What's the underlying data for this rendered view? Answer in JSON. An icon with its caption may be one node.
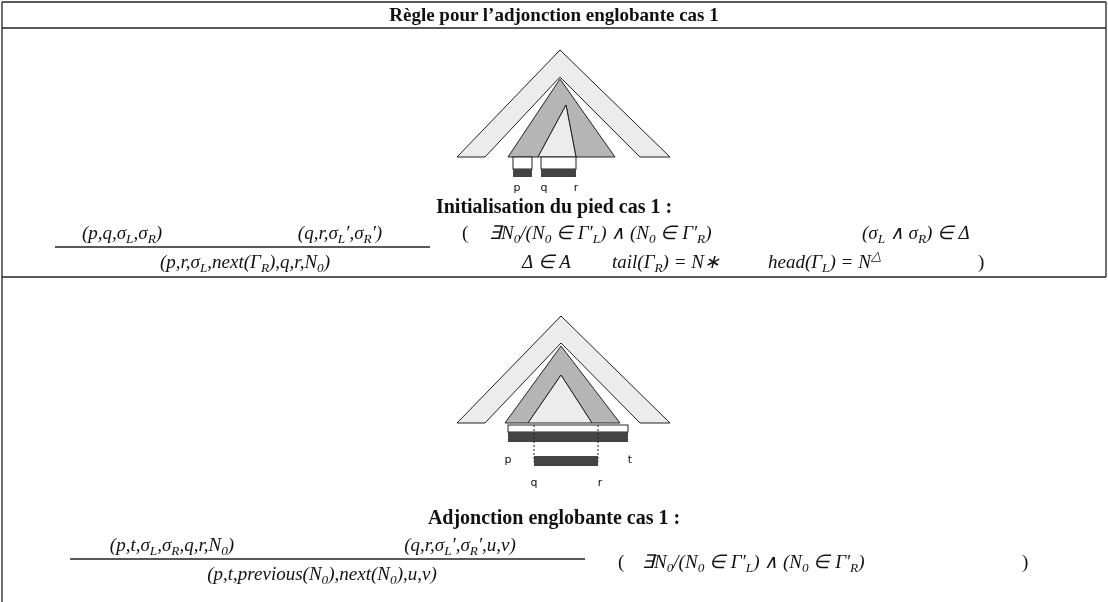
{
  "diagram": {
    "title": "Règle pour l’adjonction englobante cas 1",
    "labels": [
      "p",
      "q",
      "r",
      "Initialisation du pied cas 1 :",
      "(p,q,σ$_{L}$,σ$_{R}$)",
      "(q,r,σ$_{L}$′,σ$_{R}$′)",
      "(",
      "∃N$_{0}$/(N$_{0}$ ∈ Γ′$_{L}$) ∧ (N$_{0}$ ∈ Γ′$_{R}$)",
      "(σ$_{L}$ ∧ σ$_{R}$) ∈ Δ",
      "(p,r,σ$_{L}$,next(Γ$_{R}$),q,r,N$_{0}$)",
      "Δ ∈ A",
      "tail(Γ$_{R}$) = N∗",
      "head(Γ$_{L}$) = N$^{△}$",
      ")",
      "p",
      "t",
      "q",
      "r",
      "Adjonction englobante cas 1 :",
      "(p,t,σ$_{L}$,σ$_{R}$,q,r,N$_{0}$)",
      "(q,r,σ$_{L}$′,σ$_{R}$′,u,v)",
      "(p,t,previous(N$_{0}$),next(N$_{0}$),u,v)",
      "(",
      "∃N$_{0}$/(N$_{0}$ ∈ Γ′$_{L}$) ∧ (N$_{0}$ ∈ Γ′$_{R}$)",
      ")"
    ]
  }
}
